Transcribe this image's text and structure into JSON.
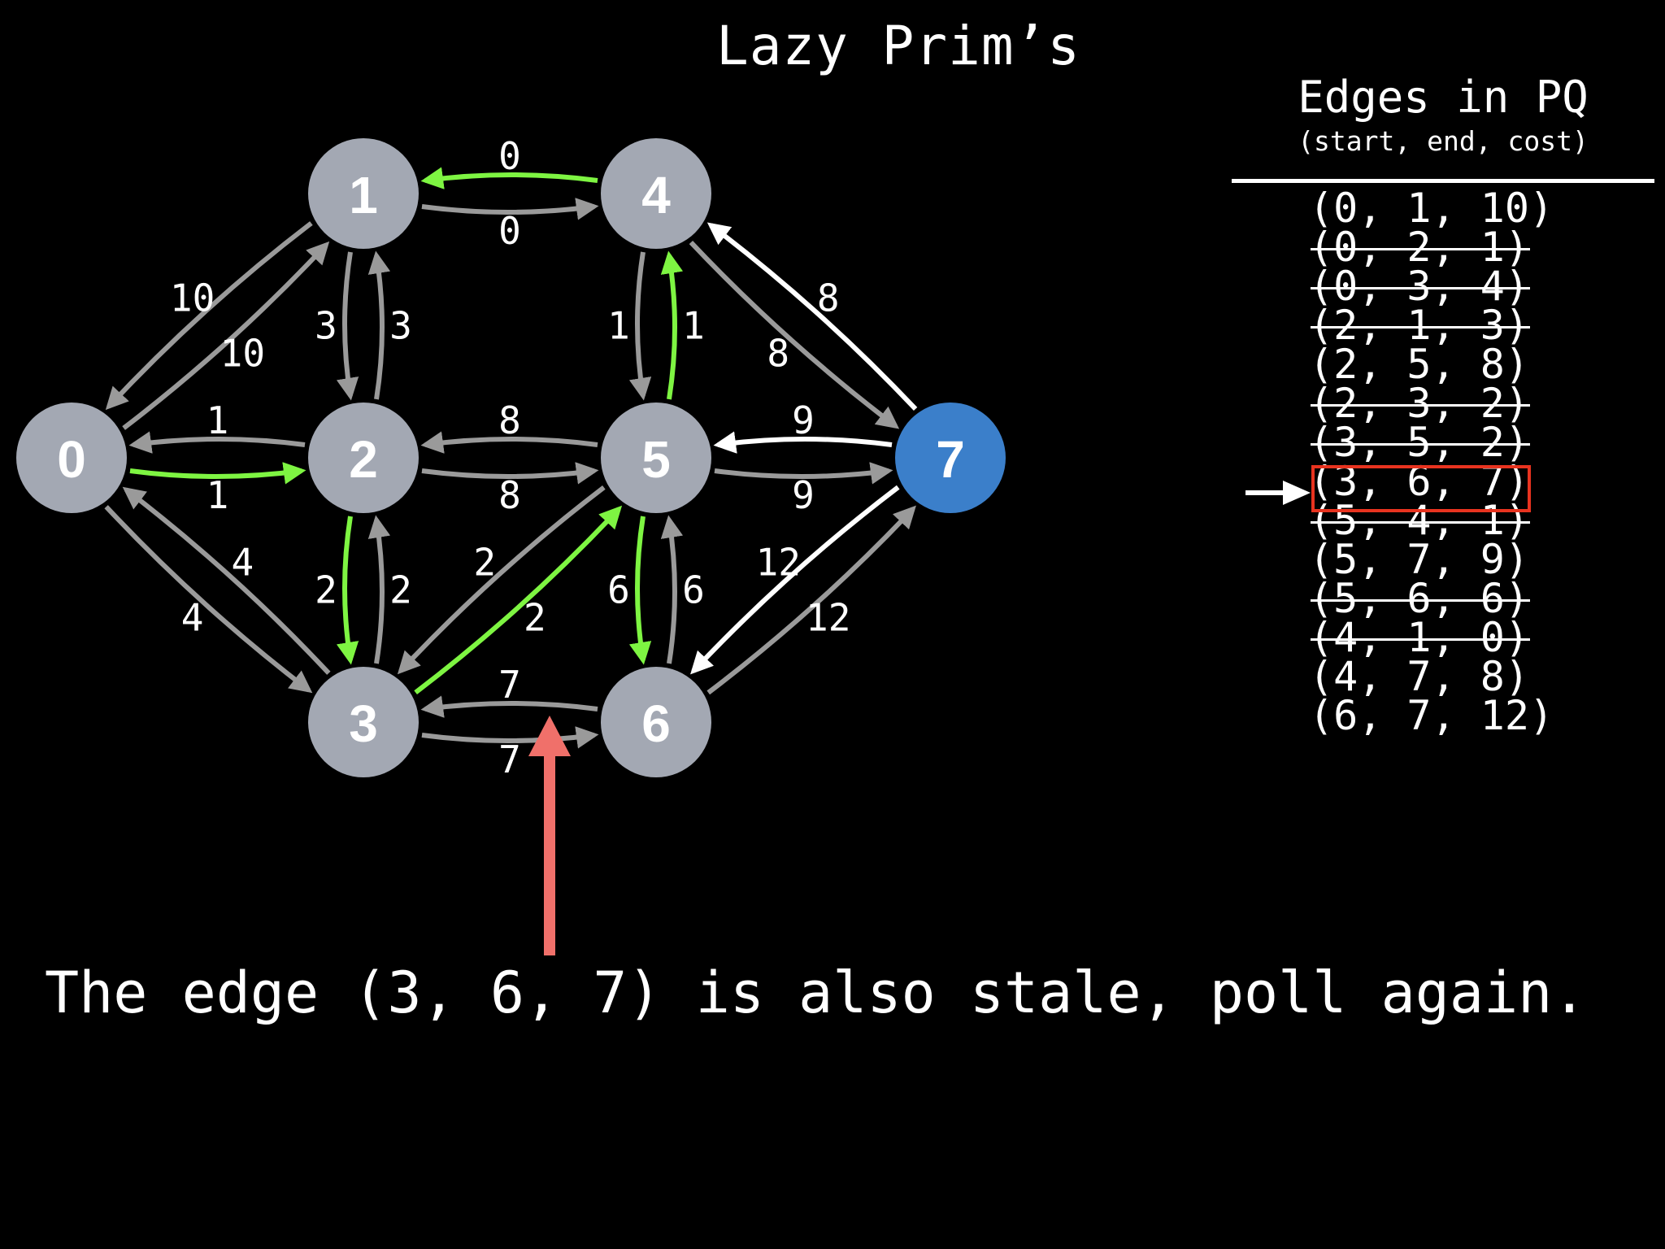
{
  "title": "Lazy Prim’s",
  "pq": {
    "title": "Edges in PQ",
    "subtitle": "(start, end, cost)",
    "edges": [
      {
        "text": "(0, 1, 10)",
        "stale": false
      },
      {
        "text": "(0, 2, 1)",
        "stale": true
      },
      {
        "text": "(0, 3, 4)",
        "stale": true
      },
      {
        "text": "(2, 1, 3)",
        "stale": true
      },
      {
        "text": "(2, 5, 8)",
        "stale": false
      },
      {
        "text": "(2, 3, 2)",
        "stale": true
      },
      {
        "text": "(3, 5, 2)",
        "stale": true
      },
      {
        "text": "(3, 6, 7)",
        "stale": false,
        "current": true
      },
      {
        "text": "(5, 4, 1)",
        "stale": true
      },
      {
        "text": "(5, 7, 9)",
        "stale": false
      },
      {
        "text": "(5, 6, 6)",
        "stale": true
      },
      {
        "text": "(4, 1, 0)",
        "stale": true
      },
      {
        "text": "(4, 7, 8)",
        "stale": false
      },
      {
        "text": "(6, 7, 12)",
        "stale": false
      }
    ]
  },
  "caption": "The edge (3, 6, 7) is also stale, poll again.",
  "colors": {
    "node_default": "#a3a8b3",
    "node_current": "#3b7fca",
    "edge_default": "#9a9a9a",
    "edge_mst": "#7ef542",
    "edge_highlight": "#ffffff",
    "box": "#e8331f",
    "pointer_arrow": "#f0706a"
  },
  "graph": {
    "nodes": [
      {
        "id": "0",
        "label": "0",
        "state": "default"
      },
      {
        "id": "1",
        "label": "1",
        "state": "default"
      },
      {
        "id": "2",
        "label": "2",
        "state": "default"
      },
      {
        "id": "3",
        "label": "3",
        "state": "default"
      },
      {
        "id": "4",
        "label": "4",
        "state": "default"
      },
      {
        "id": "5",
        "label": "5",
        "state": "default"
      },
      {
        "id": "6",
        "label": "6",
        "state": "default"
      },
      {
        "id": "7",
        "label": "7",
        "state": "current"
      }
    ],
    "edges": [
      {
        "from": "0",
        "to": "1",
        "label": "10",
        "status": "default"
      },
      {
        "from": "1",
        "to": "0",
        "label": "10",
        "status": "default"
      },
      {
        "from": "0",
        "to": "2",
        "label": "1",
        "status": "mst"
      },
      {
        "from": "2",
        "to": "0",
        "label": "1",
        "status": "default"
      },
      {
        "from": "0",
        "to": "3",
        "label": "4",
        "status": "default"
      },
      {
        "from": "3",
        "to": "0",
        "label": "4",
        "status": "default"
      },
      {
        "from": "1",
        "to": "4",
        "label": "0",
        "status": "default"
      },
      {
        "from": "4",
        "to": "1",
        "label": "0",
        "status": "mst"
      },
      {
        "from": "1",
        "to": "2",
        "label": "3",
        "status": "default"
      },
      {
        "from": "2",
        "to": "1",
        "label": "3",
        "status": "default"
      },
      {
        "from": "2",
        "to": "5",
        "label": "8",
        "status": "default"
      },
      {
        "from": "5",
        "to": "2",
        "label": "8",
        "status": "default"
      },
      {
        "from": "2",
        "to": "3",
        "label": "2",
        "status": "mst"
      },
      {
        "from": "3",
        "to": "2",
        "label": "2",
        "status": "default"
      },
      {
        "from": "3",
        "to": "5",
        "label": "2",
        "status": "mst"
      },
      {
        "from": "5",
        "to": "3",
        "label": "2",
        "status": "default"
      },
      {
        "from": "3",
        "to": "6",
        "label": "7",
        "status": "default"
      },
      {
        "from": "6",
        "to": "3",
        "label": "7",
        "status": "default"
      },
      {
        "from": "5",
        "to": "4",
        "label": "1",
        "status": "mst"
      },
      {
        "from": "4",
        "to": "5",
        "label": "1",
        "status": "default"
      },
      {
        "from": "4",
        "to": "7",
        "label": "8",
        "status": "default"
      },
      {
        "from": "7",
        "to": "4",
        "label": "8",
        "status": "highlight"
      },
      {
        "from": "5",
        "to": "7",
        "label": "9",
        "status": "default"
      },
      {
        "from": "7",
        "to": "5",
        "label": "9",
        "status": "highlight"
      },
      {
        "from": "5",
        "to": "6",
        "label": "6",
        "status": "mst"
      },
      {
        "from": "6",
        "to": "5",
        "label": "6",
        "status": "default"
      },
      {
        "from": "6",
        "to": "7",
        "label": "12",
        "status": "default"
      },
      {
        "from": "7",
        "to": "6",
        "label": "12",
        "status": "highlight"
      }
    ]
  }
}
